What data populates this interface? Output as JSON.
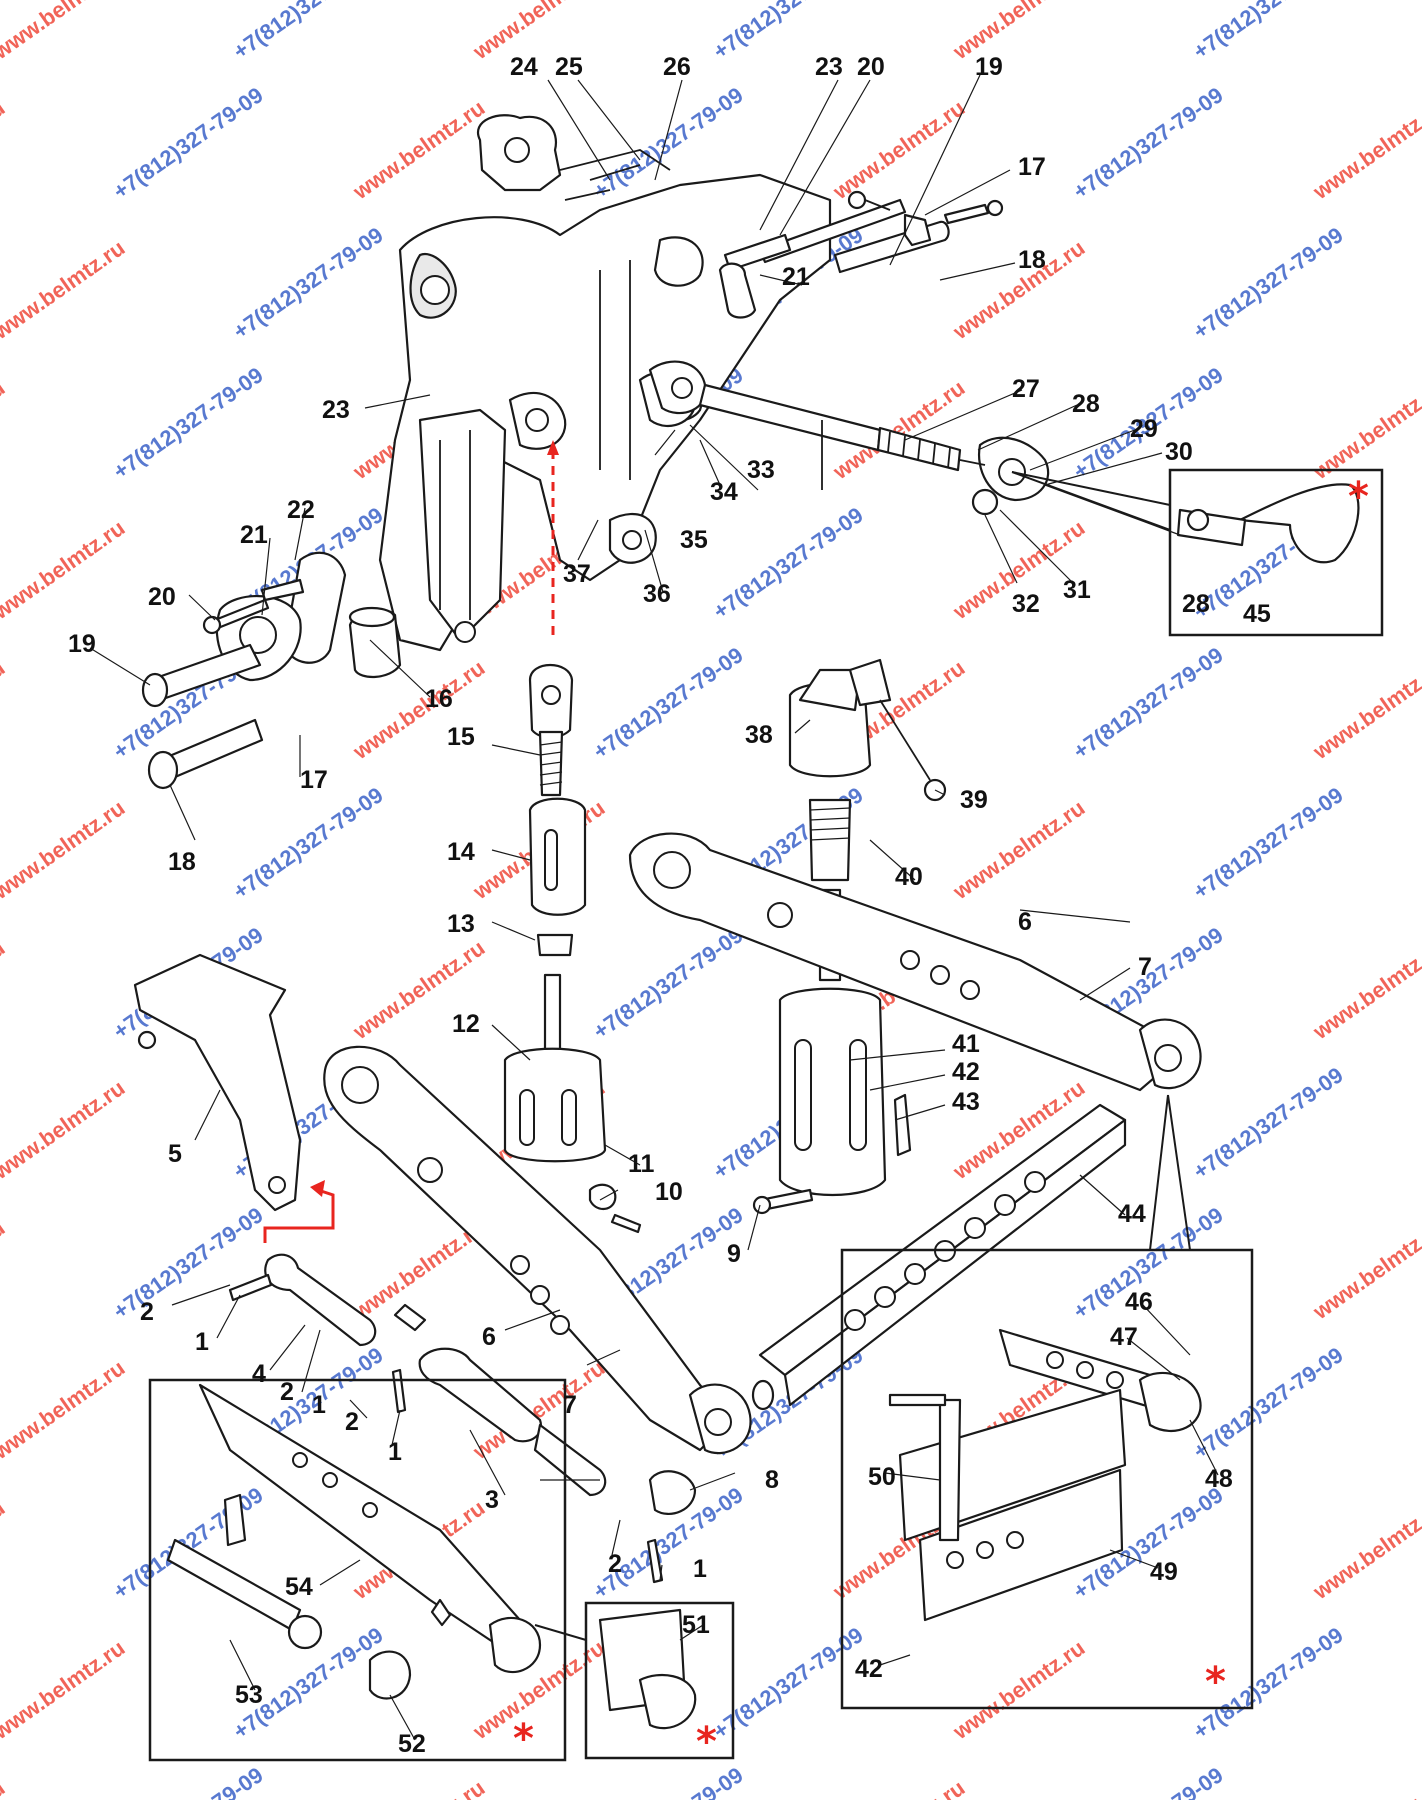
{
  "colors": {
    "line": "#1a1a1a",
    "accent_red": "#e8251f",
    "watermark_red": "#ef4a3c",
    "watermark_blue": "#3c62c8"
  },
  "watermarks": {
    "site": "www.belmtz.ru",
    "phone": "+7(812)327-79-09"
  },
  "markers": {
    "star": "*"
  },
  "callouts": {
    "c1": "1",
    "c2": "2",
    "c3": "3",
    "c4": "4",
    "c5": "5",
    "c6": "6",
    "c7": "7",
    "c8": "8",
    "c9": "9",
    "c10": "10",
    "c11": "11",
    "c12": "12",
    "c13": "13",
    "c14": "14",
    "c15": "15",
    "c16": "16",
    "c17": "17",
    "c18": "18",
    "c19": "19",
    "c20": "20",
    "c21": "21",
    "c22": "22",
    "c23": "23",
    "c24": "24",
    "c25": "25",
    "c26": "26",
    "c27": "27",
    "c28": "28",
    "c29": "29",
    "c30": "30",
    "c31": "31",
    "c32": "32",
    "c33": "33",
    "c34": "34",
    "c35": "35",
    "c36": "36",
    "c37": "37",
    "c38": "38",
    "c39": "39",
    "c40": "40",
    "c41": "41",
    "c42": "42",
    "c43": "43",
    "c44": "44",
    "c45": "45",
    "c46": "46",
    "c47": "47",
    "c48": "48",
    "c49": "49",
    "c50": "50",
    "c51": "51",
    "c52": "52",
    "c53": "53",
    "c54": "54"
  }
}
